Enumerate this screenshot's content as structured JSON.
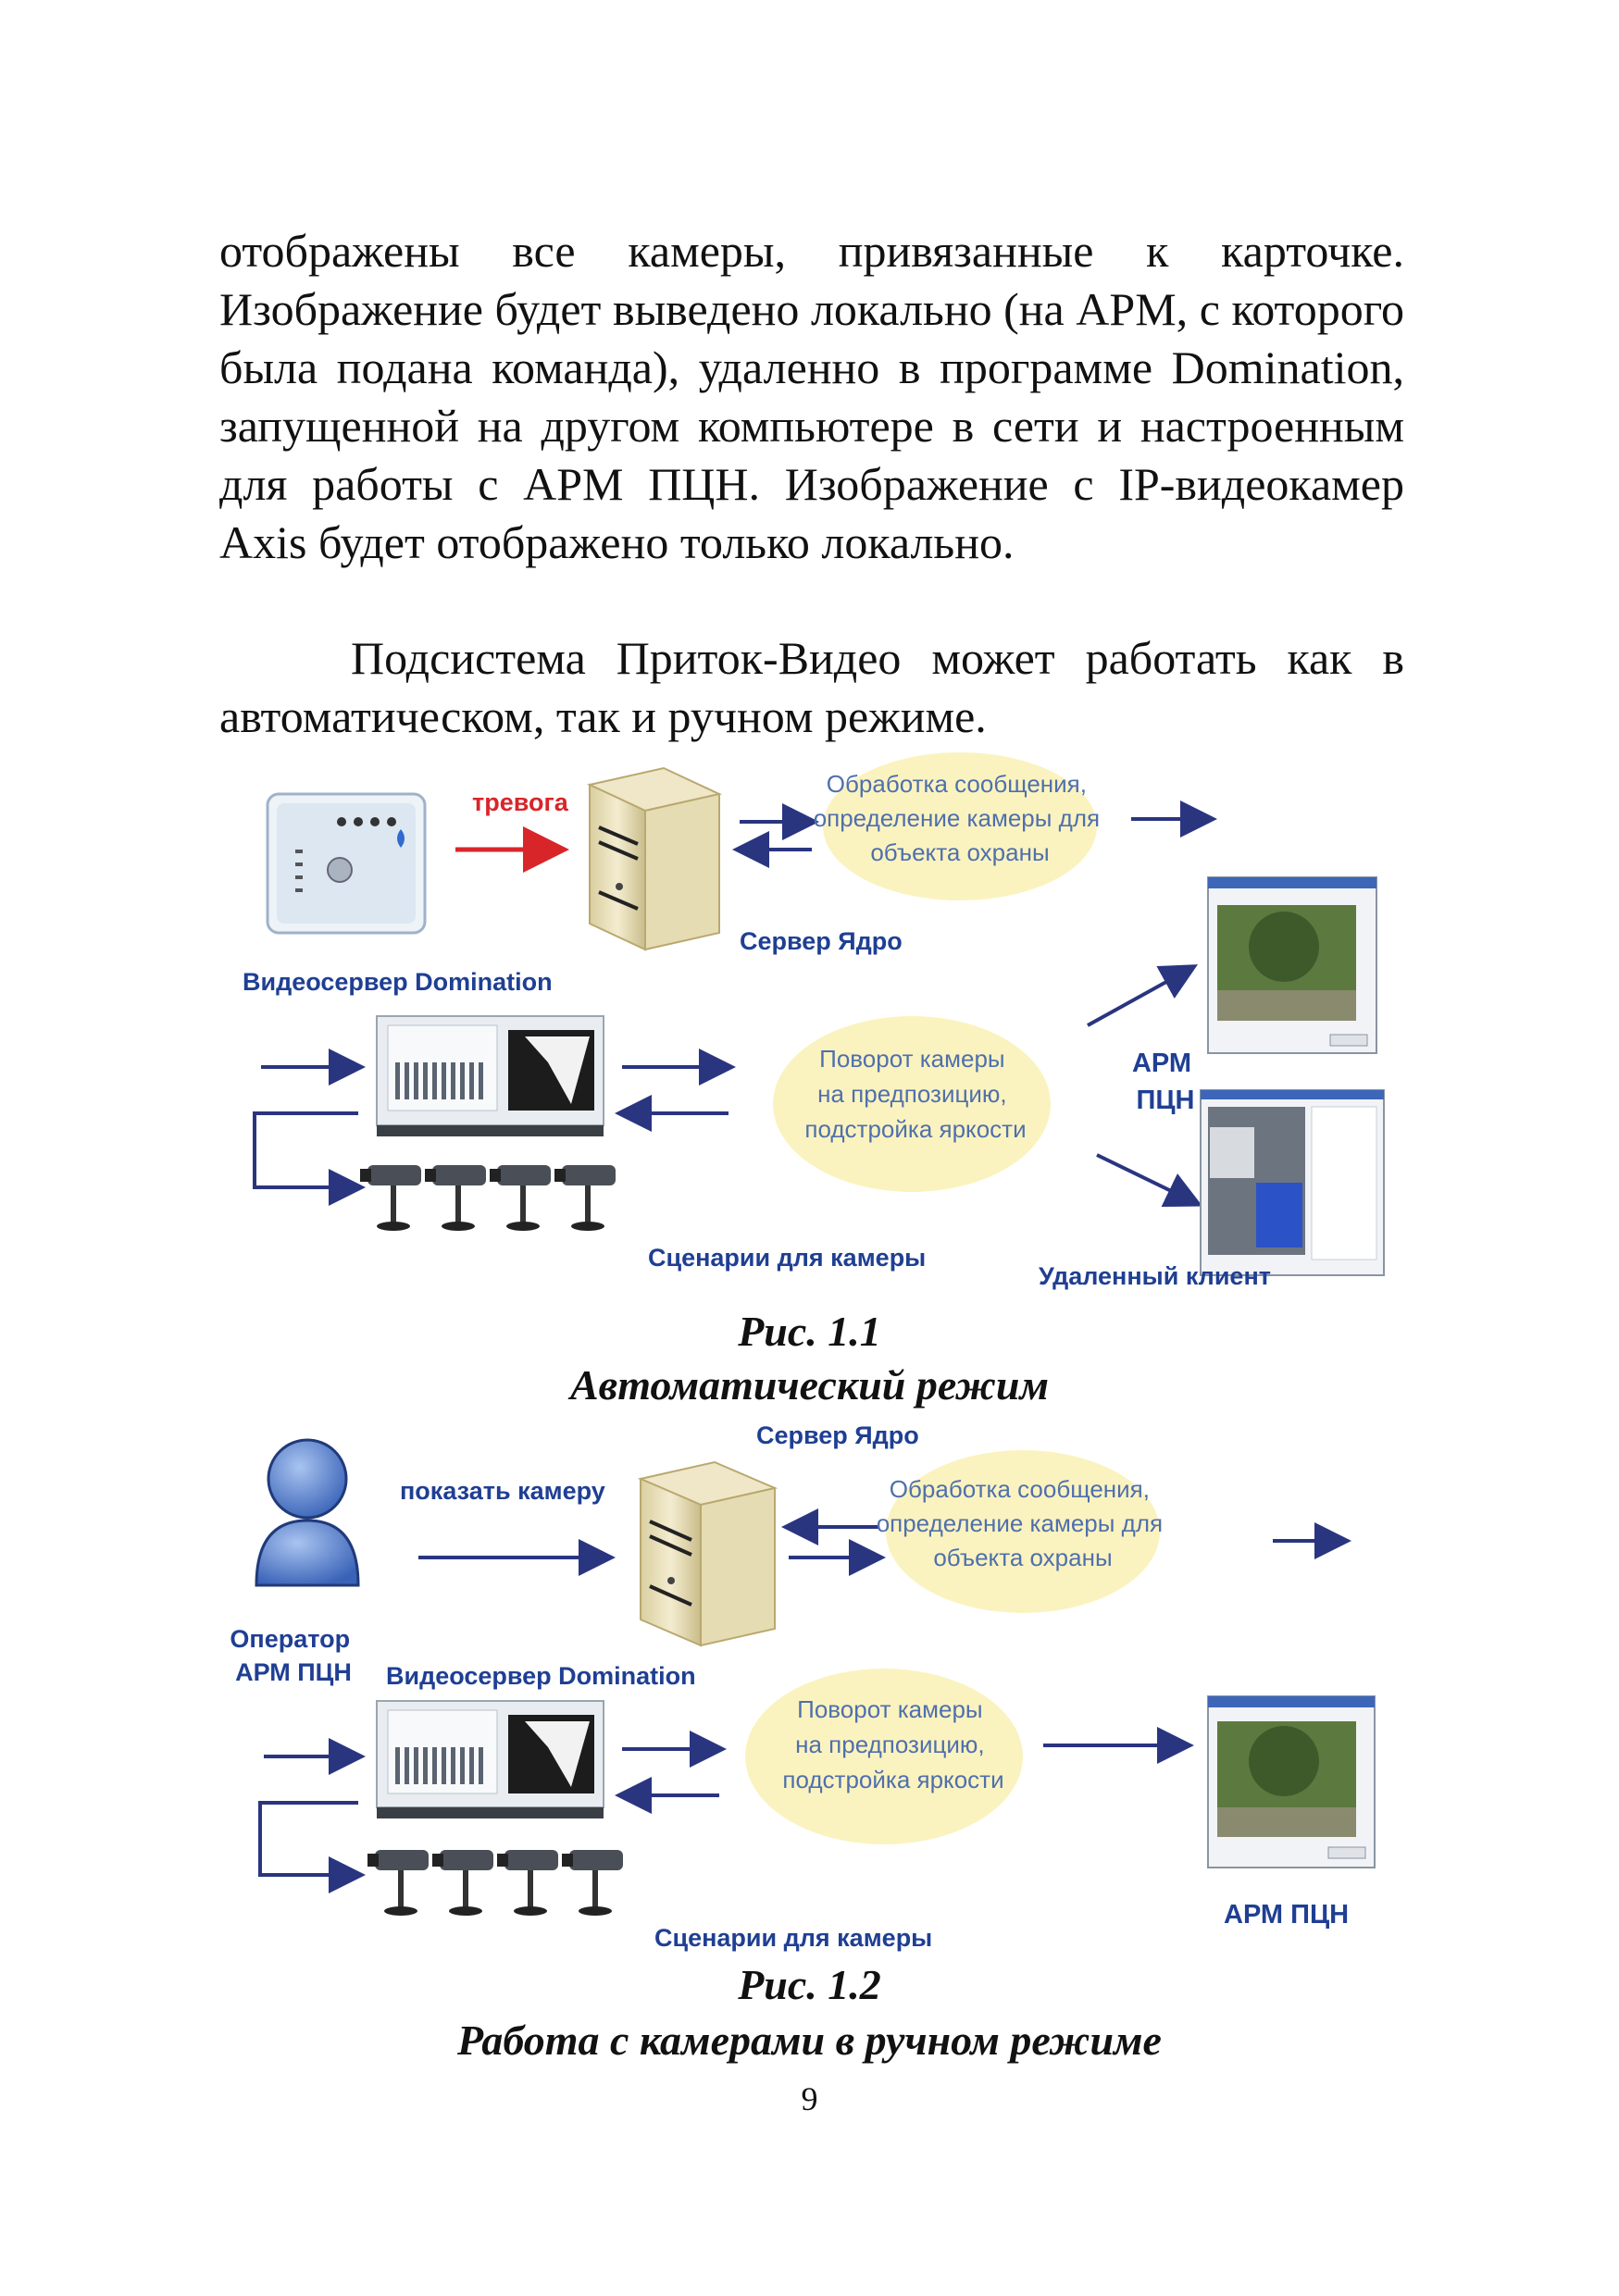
{
  "paragraphs": [
    "отображены все камеры, привязанные к карточке. Изображение будет выведено локально (на АРМ, с которого была подана команда), удаленно в программе Domination, запущенной на другом компьютере в сети и настроенным для работы с АРМ ПЦН. Изображение с IP-видеокамер Axis будет отображено только локально.",
    "Подсистема Приток-Видео может работать как в автоматическом, так и ручном режиме."
  ],
  "figure1": {
    "alarm_label": "тревога",
    "ellipse_top": [
      "Обработка сообщения,",
      "определение камеры для",
      "объекта охраны"
    ],
    "server_label": "Сервер Ядро",
    "videoserver_label": "Видеосервер Domination",
    "ellipse_bottom": [
      "Поворот камеры",
      "на предпозицию,",
      "подстройка яркости"
    ],
    "arm_label": [
      "АРМ",
      "ПЦН"
    ],
    "scenarios_label": "Сценарии для камеры",
    "remote_label": "Удаленный клиент",
    "caption_number": "Рис. 1.1",
    "caption_title": "Автоматический режим"
  },
  "figure2": {
    "server_label": "Сервер Ядро",
    "show_camera_label": "показать камеру",
    "ellipse_top": [
      "Обработка сообщения,",
      "определение камеры для",
      "объекта охраны"
    ],
    "operator_label": [
      "Оператор",
      "АРМ ПЦН"
    ],
    "videoserver_label": "Видеосервер Domination",
    "ellipse_bottom": [
      "Поворот камеры",
      "на предпозицию,",
      "подстройка яркости"
    ],
    "scenarios_label": "Сценарии для камеры",
    "arm_label": "АРМ ПЦН",
    "caption_number": "Рис. 1.2",
    "caption_title": "Работа с камерами в ручном режиме"
  },
  "page_number": "9",
  "colors": {
    "label_blue": "#1f3f93",
    "alarm_red": "#d8252a",
    "arrow_navy": "#2a3580",
    "ellipse_fill": "#fbf3bf",
    "ellipse_text": "#4f70ad"
  }
}
